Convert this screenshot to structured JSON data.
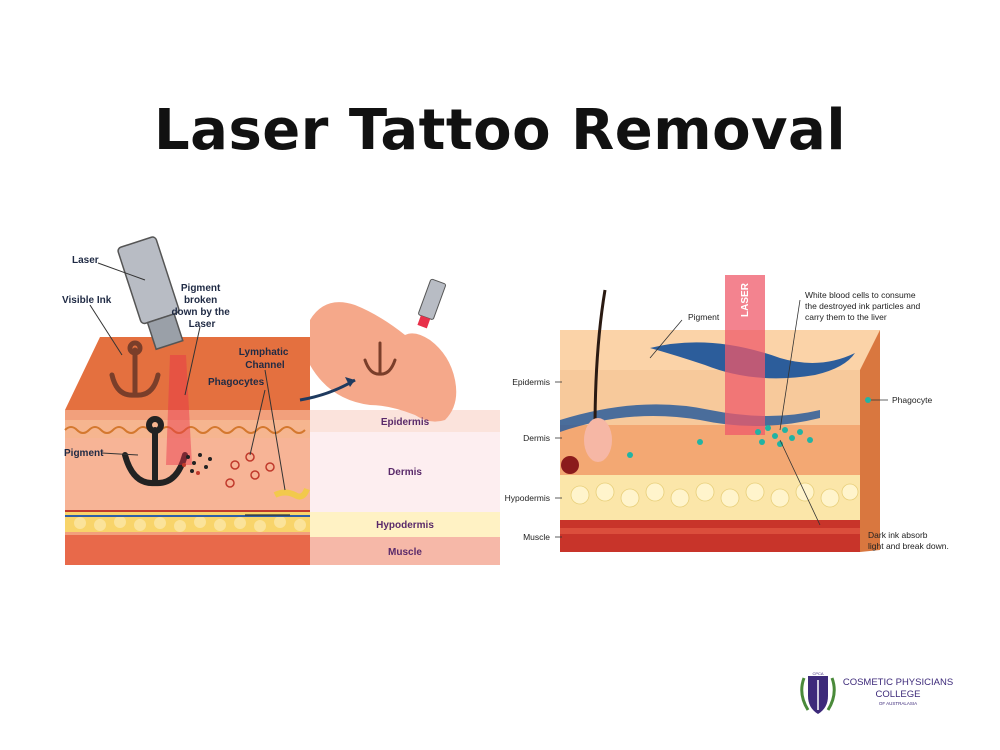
{
  "title": "Laser Tattoo Removal",
  "left_diagram": {
    "labels": {
      "laser": "Laser",
      "visible_ink": "Visible Ink",
      "pigment_broken_1": "Pigment",
      "pigment_broken_2": "broken",
      "pigment_broken_3": "down by the",
      "pigment_broken_4": "Laser",
      "lymphatic_1": "Lymphatic",
      "lymphatic_2": "Channel",
      "phagocytes": "Phagocytes",
      "pigment": "Pigment"
    },
    "layers": {
      "epidermis": "Epidermis",
      "dermis": "Dermis",
      "hypodermis": "Hypodermis",
      "muscle": "Muscle"
    }
  },
  "right_diagram": {
    "labels": {
      "laser": "LASER",
      "pigment": "Pigment",
      "wbc_1": "White blood cells to consume",
      "wbc_2": "the destroyed ink particles and",
      "wbc_3": "carry them to the liver",
      "phagocyte": "Phagocyte",
      "dark_ink_1": "Dark ink absorb",
      "dark_ink_2": "light and break down."
    },
    "layers": {
      "epidermis": "Epidermis",
      "dermis": "Dermis",
      "hypodermis": "Hypodermis",
      "muscle": "Muscle"
    }
  },
  "logo": {
    "badge": "CPCA",
    "line1": "COSMETIC PHYSICIANS",
    "line2": "COLLEGE",
    "line3": "OF AUSTRALASIA"
  }
}
